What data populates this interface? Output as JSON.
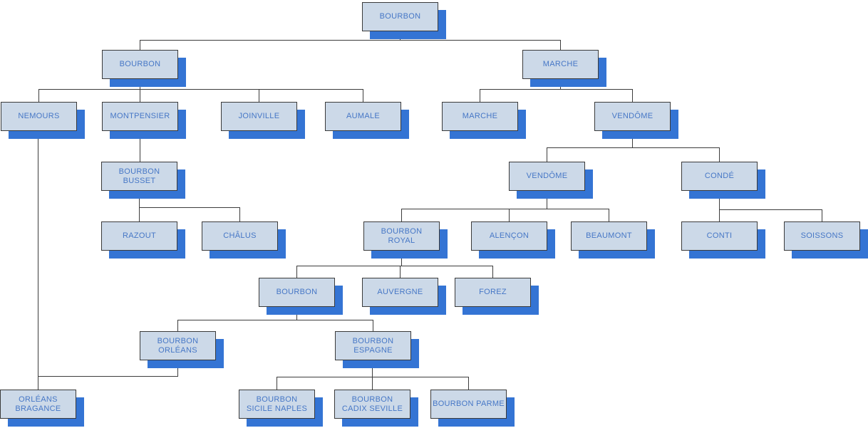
{
  "diagram": {
    "type": "family-tree",
    "colors": {
      "box_fill": "#ccd9e8",
      "box_border": "#3a3a3a",
      "box_shadow": "#3474d4",
      "label_text": "#4677c6",
      "connector": "#3c3c3c",
      "background": "#ffffff"
    }
  },
  "nodes": [
    {
      "id": "bourbon-root",
      "label": "BOURBON"
    },
    {
      "id": "bourbon-l1",
      "label": "BOURBON"
    },
    {
      "id": "marche-l1",
      "label": "MARCHE"
    },
    {
      "id": "nemours",
      "label": "NEMOURS"
    },
    {
      "id": "montpensier",
      "label": "MONTPENSIER"
    },
    {
      "id": "joinville",
      "label": "JOINVILLE"
    },
    {
      "id": "aumale",
      "label": "AUMALE"
    },
    {
      "id": "marche-l2",
      "label": "MARCHE"
    },
    {
      "id": "vendome-l2",
      "label": "VENDÔME"
    },
    {
      "id": "bourbon-busset",
      "label": "BOURBON BUSSET"
    },
    {
      "id": "vendome-l3",
      "label": "VENDÔME"
    },
    {
      "id": "conde",
      "label": "CONDÉ"
    },
    {
      "id": "razout",
      "label": "RAZOUT"
    },
    {
      "id": "chalus",
      "label": "CHÂLUS"
    },
    {
      "id": "bourbon-royal",
      "label": "BOURBON\nROYAL"
    },
    {
      "id": "alencon",
      "label": "ALENÇON"
    },
    {
      "id": "beaumont",
      "label": "BEAUMONT"
    },
    {
      "id": "conti",
      "label": "CONTI"
    },
    {
      "id": "soissons",
      "label": "SOISSONS"
    },
    {
      "id": "bourbon-l5",
      "label": "BOURBON"
    },
    {
      "id": "auvergne",
      "label": "AUVERGNE"
    },
    {
      "id": "forez",
      "label": "FOREZ"
    },
    {
      "id": "bourbon-orleans",
      "label": "BOURBON\nORLÉANS"
    },
    {
      "id": "bourbon-espagne",
      "label": "BOURBON\nESPAGNE"
    },
    {
      "id": "orleans-bragance",
      "label": "ORLÉANS\nBRAGANCE"
    },
    {
      "id": "bourbon-sicile-naples",
      "label": "BOURBON\nSICILE NAPLES"
    },
    {
      "id": "bourbon-cadix-seville",
      "label": "BOURBON\nCADIX SEVILLE"
    },
    {
      "id": "bourbon-parme",
      "label": "BOURBON PARME"
    }
  ],
  "edges": [
    {
      "from": "bourbon-root",
      "to": "bourbon-l1"
    },
    {
      "from": "bourbon-root",
      "to": "marche-l1"
    },
    {
      "from": "bourbon-l1",
      "to": "nemours"
    },
    {
      "from": "bourbon-l1",
      "to": "montpensier"
    },
    {
      "from": "bourbon-l1",
      "to": "joinville"
    },
    {
      "from": "bourbon-l1",
      "to": "aumale"
    },
    {
      "from": "marche-l1",
      "to": "marche-l2"
    },
    {
      "from": "marche-l1",
      "to": "vendome-l2"
    },
    {
      "from": "montpensier",
      "to": "bourbon-busset"
    },
    {
      "from": "vendome-l2",
      "to": "vendome-l3"
    },
    {
      "from": "vendome-l2",
      "to": "conde"
    },
    {
      "from": "bourbon-busset",
      "to": "razout"
    },
    {
      "from": "bourbon-busset",
      "to": "chalus"
    },
    {
      "from": "vendome-l3",
      "to": "bourbon-royal"
    },
    {
      "from": "vendome-l3",
      "to": "alencon"
    },
    {
      "from": "vendome-l3",
      "to": "beaumont"
    },
    {
      "from": "conde",
      "to": "conti"
    },
    {
      "from": "conde",
      "to": "soissons"
    },
    {
      "from": "bourbon-royal",
      "to": "bourbon-l5"
    },
    {
      "from": "bourbon-royal",
      "to": "auvergne"
    },
    {
      "from": "bourbon-royal",
      "to": "forez"
    },
    {
      "from": "bourbon-l5",
      "to": "bourbon-orleans"
    },
    {
      "from": "bourbon-l5",
      "to": "bourbon-espagne"
    },
    {
      "from": "nemours",
      "to": "orleans-bragance"
    },
    {
      "from": "bourbon-orleans",
      "to": "orleans-bragance"
    },
    {
      "from": "bourbon-espagne",
      "to": "bourbon-sicile-naples"
    },
    {
      "from": "bourbon-espagne",
      "to": "bourbon-cadix-seville"
    },
    {
      "from": "bourbon-espagne",
      "to": "bourbon-parme"
    }
  ]
}
